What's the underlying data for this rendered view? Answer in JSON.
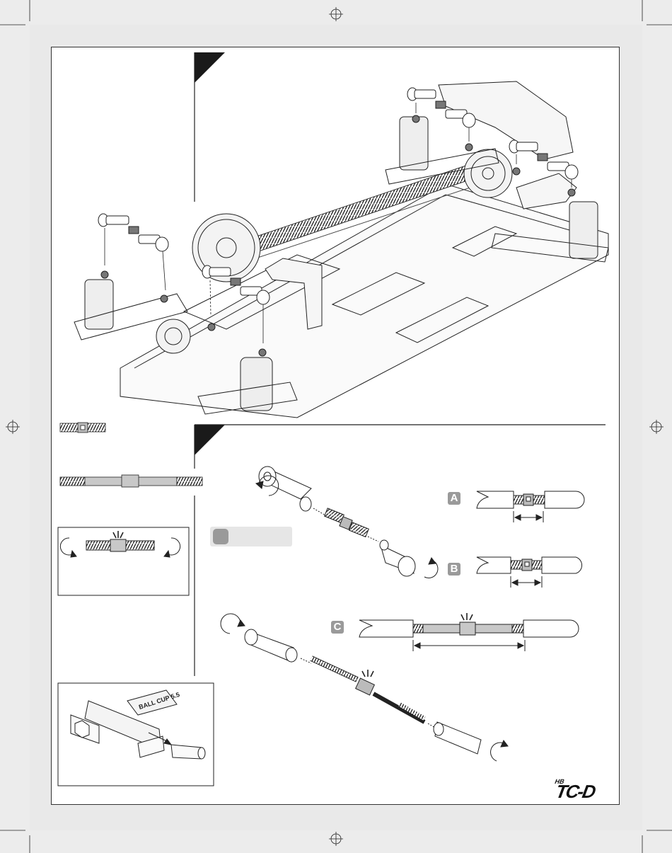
{
  "markers": {
    "a": "A",
    "b": "B",
    "c": "C"
  },
  "tool_label": "BALL CUP 5.5",
  "brand": {
    "logo_text": "TC-D",
    "logo_pre": "HB"
  },
  "colors": {
    "sheet_bg": "#e9e9e9",
    "marker": "#9a9a9a",
    "rod_gray": "#c8c8c8",
    "step_corner": "#1a1a1a"
  }
}
